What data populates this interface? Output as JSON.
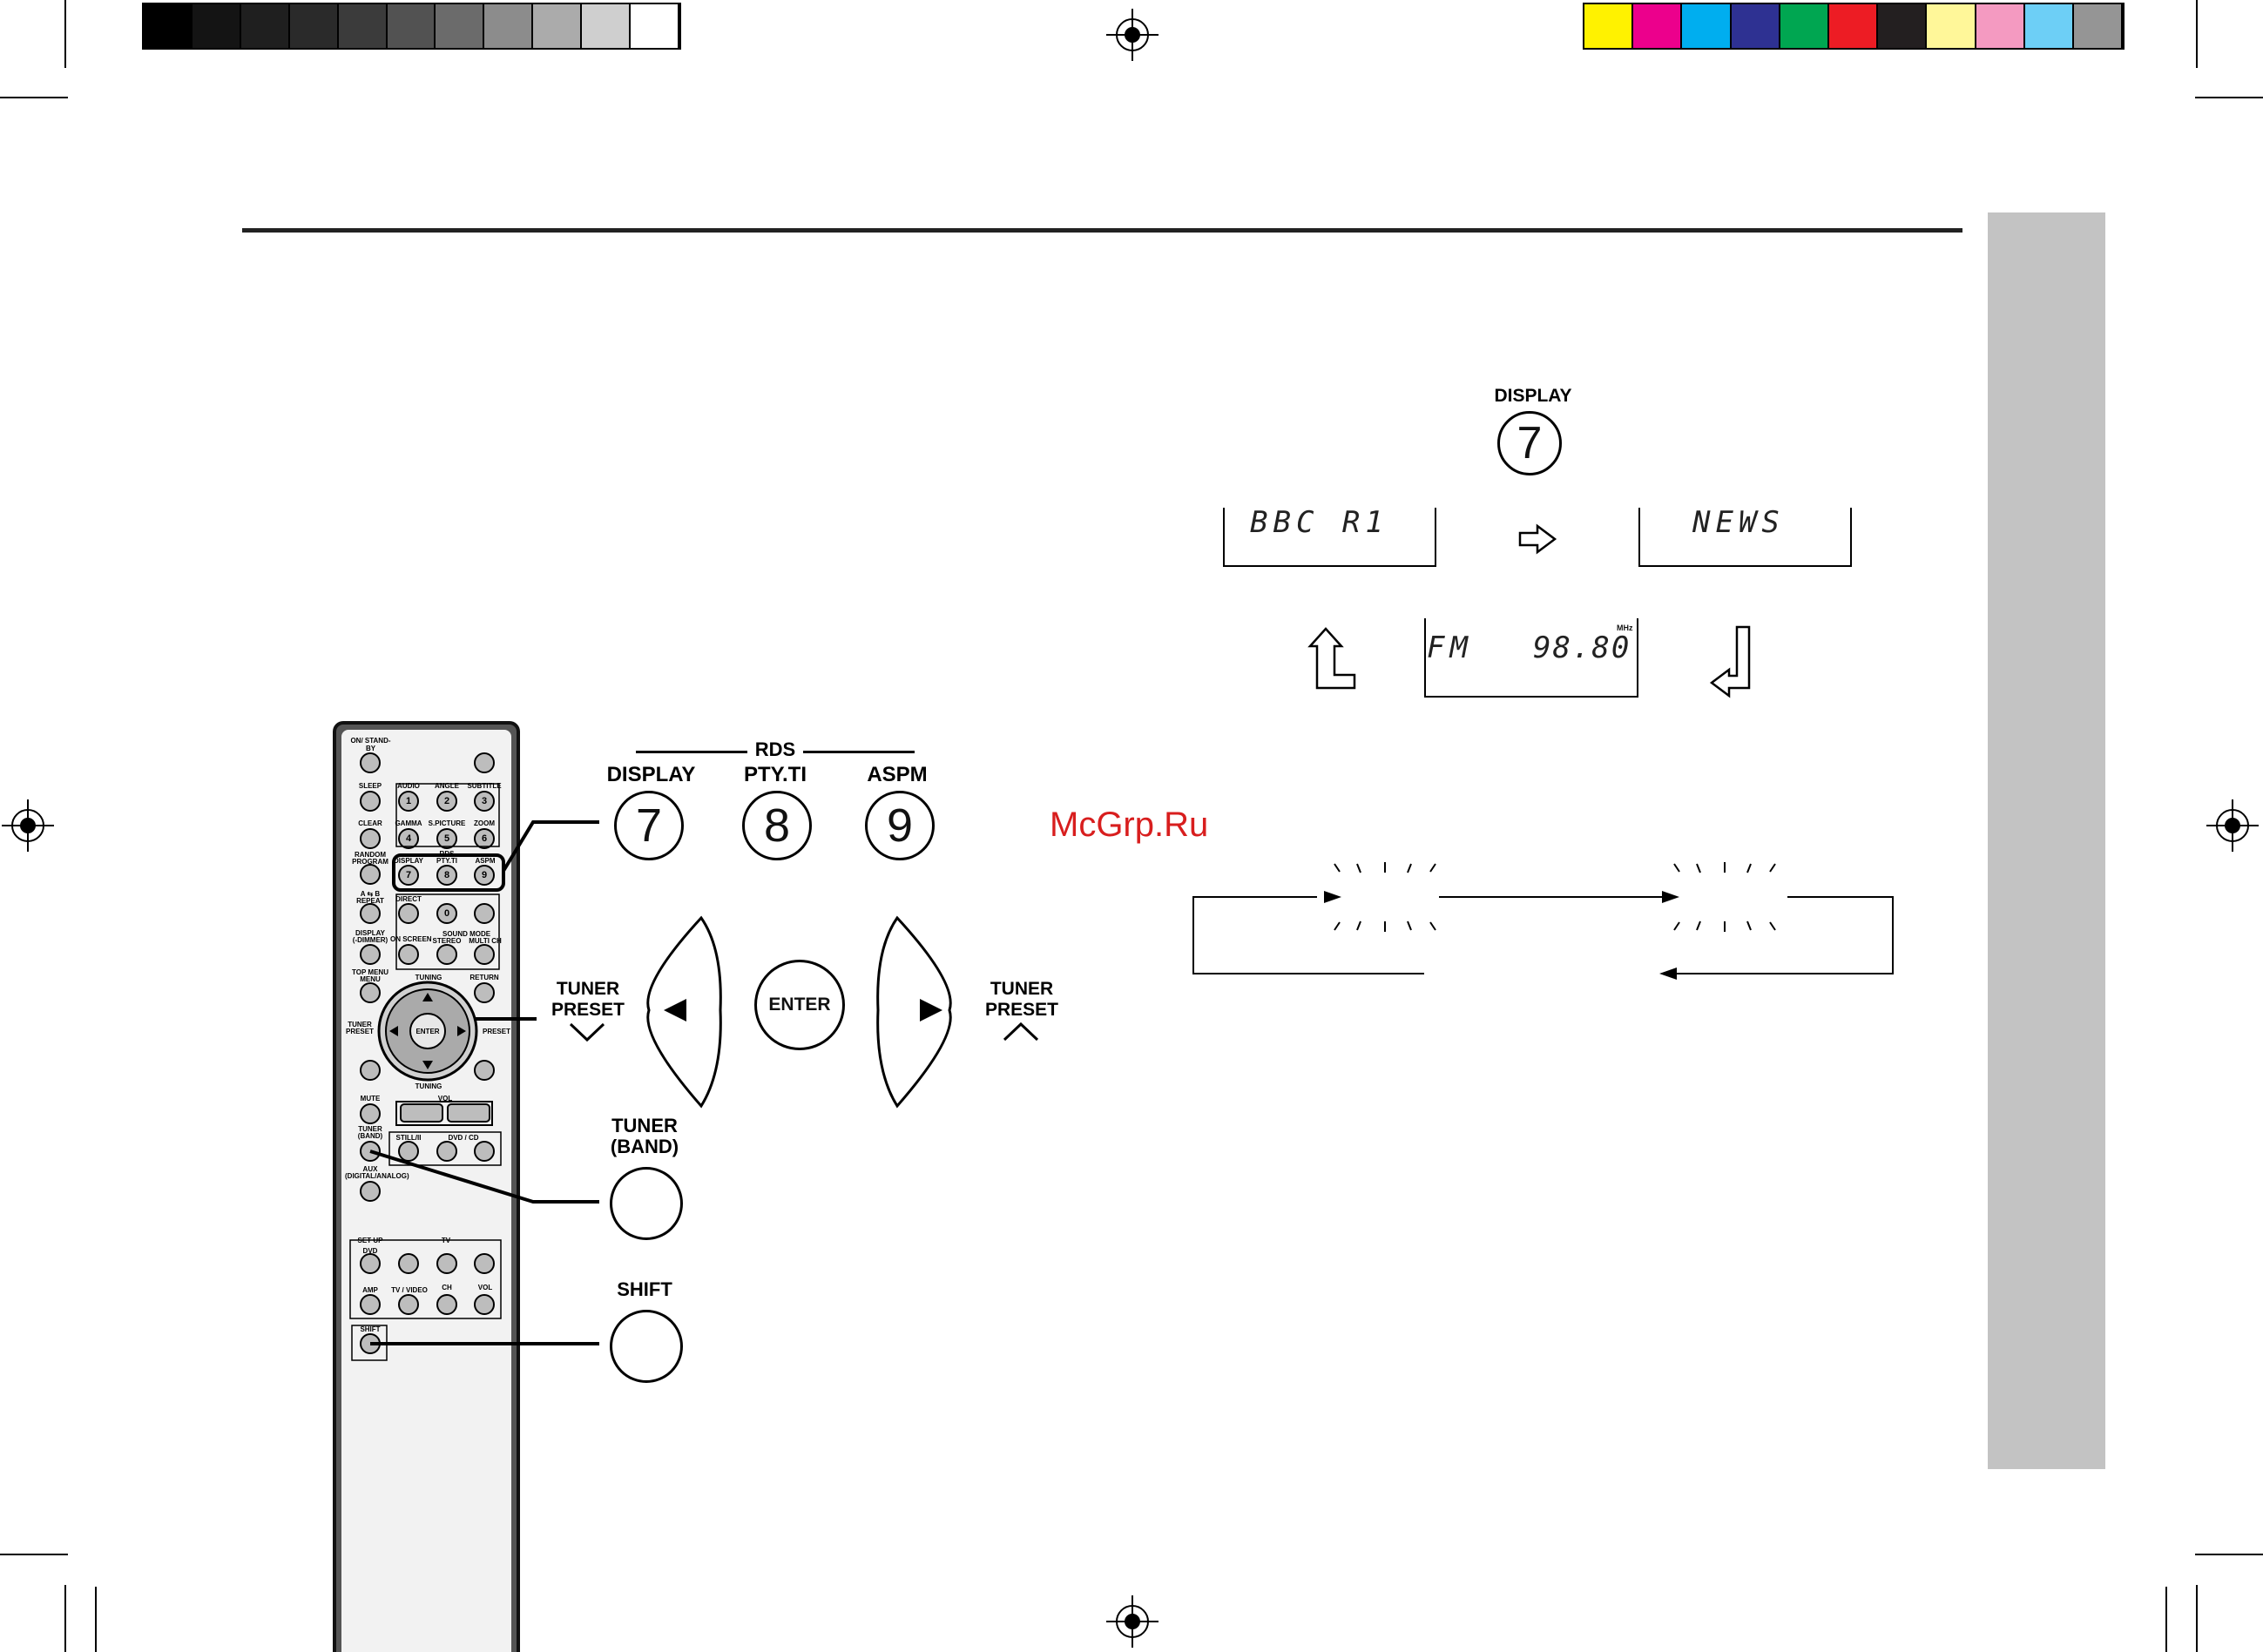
{
  "watermark": "McGrp.Ru",
  "labels": {
    "rds": "RDS",
    "display": "DISPLAY",
    "pty_ti": "PTY.TI",
    "aspm": "ASPM",
    "enter": "ENTER",
    "tuner_preset_1": "TUNER",
    "tuner_preset_2": "PRESET",
    "tuner_band_1": "TUNER",
    "tuner_band_2": "(BAND)",
    "shift": "SHIFT"
  },
  "buttons": {
    "display_digit": "7",
    "pty_digit": "8",
    "aspm_digit": "9",
    "top_display_label": "DISPLAY",
    "top_display_digit": "7"
  },
  "lcd": {
    "station": "BBC R1",
    "pty": "NEWS",
    "freq_band": "FM",
    "freq_value": "98.80",
    "freq_unit": "MHz"
  },
  "remote": {
    "on_standby": "ON/ STAND-BY",
    "sleep": "SLEEP",
    "audio": "AUDIO",
    "angle": "ANGLE",
    "subtitle": "SUBTITLE",
    "clear": "CLEAR",
    "gamma": "GAMMA",
    "s_picture": "S.PICTURE",
    "zoom": "ZOOM",
    "random": "RANDOM",
    "program": "PROGRAM",
    "rds": "RDS",
    "display": "DISPLAY",
    "pty_ti": "PTY.TI",
    "aspm": "ASPM",
    "a_b": "A ⇆ B",
    "repeat": "REPEAT",
    "direct": "DIRECT",
    "display_dimmer_1": "DISPLAY",
    "display_dimmer_2": "(-DIMMER)",
    "on_screen": "ON SCREEN",
    "sound_mode": "SOUND MODE",
    "stereo": "STEREO",
    "multi_ch": "MULTI CH",
    "top_menu_1": "TOP MENU",
    "top_menu_2": "MENU",
    "tuning": "TUNING",
    "return": "RETURN",
    "tuner_1": "TUNER",
    "preset": "PRESET",
    "enter": "ENTER",
    "mute": "MUTE",
    "vol": "VOL",
    "tuner_band_1": "TUNER",
    "tuner_band_2": "(BAND)",
    "still": "STILL/II",
    "dvd_cd": "DVD / CD",
    "aux_1": "AUX",
    "aux_2": "(DIGITAL/ANALOG)",
    "set_up": "SET UP",
    "tv": "TV",
    "dvd": "DVD",
    "amp": "AMP",
    "tv_video": "TV / VIDEO",
    "ch": "CH",
    "shift": "SHIFT",
    "keys": [
      "1",
      "2",
      "3",
      "4",
      "5",
      "6",
      "7",
      "8",
      "9",
      "0"
    ]
  },
  "colors": {
    "gray_bar": [
      "#000000",
      "#141414",
      "#1f1f1f",
      "#2a2a2a",
      "#3b3b3b",
      "#525252",
      "#6b6b6b",
      "#8c8c8c",
      "#ababab",
      "#cfcfcf",
      "#ffffff"
    ],
    "color_bar": [
      "#fff200",
      "#ec008c",
      "#00aeef",
      "#2e3192",
      "#00a651",
      "#ed1c24",
      "#231f20",
      "#fff799",
      "#f49ac1",
      "#6dcff6",
      "#959595"
    ],
    "side_tab": "#c3c3c3",
    "rule": "#222222"
  }
}
